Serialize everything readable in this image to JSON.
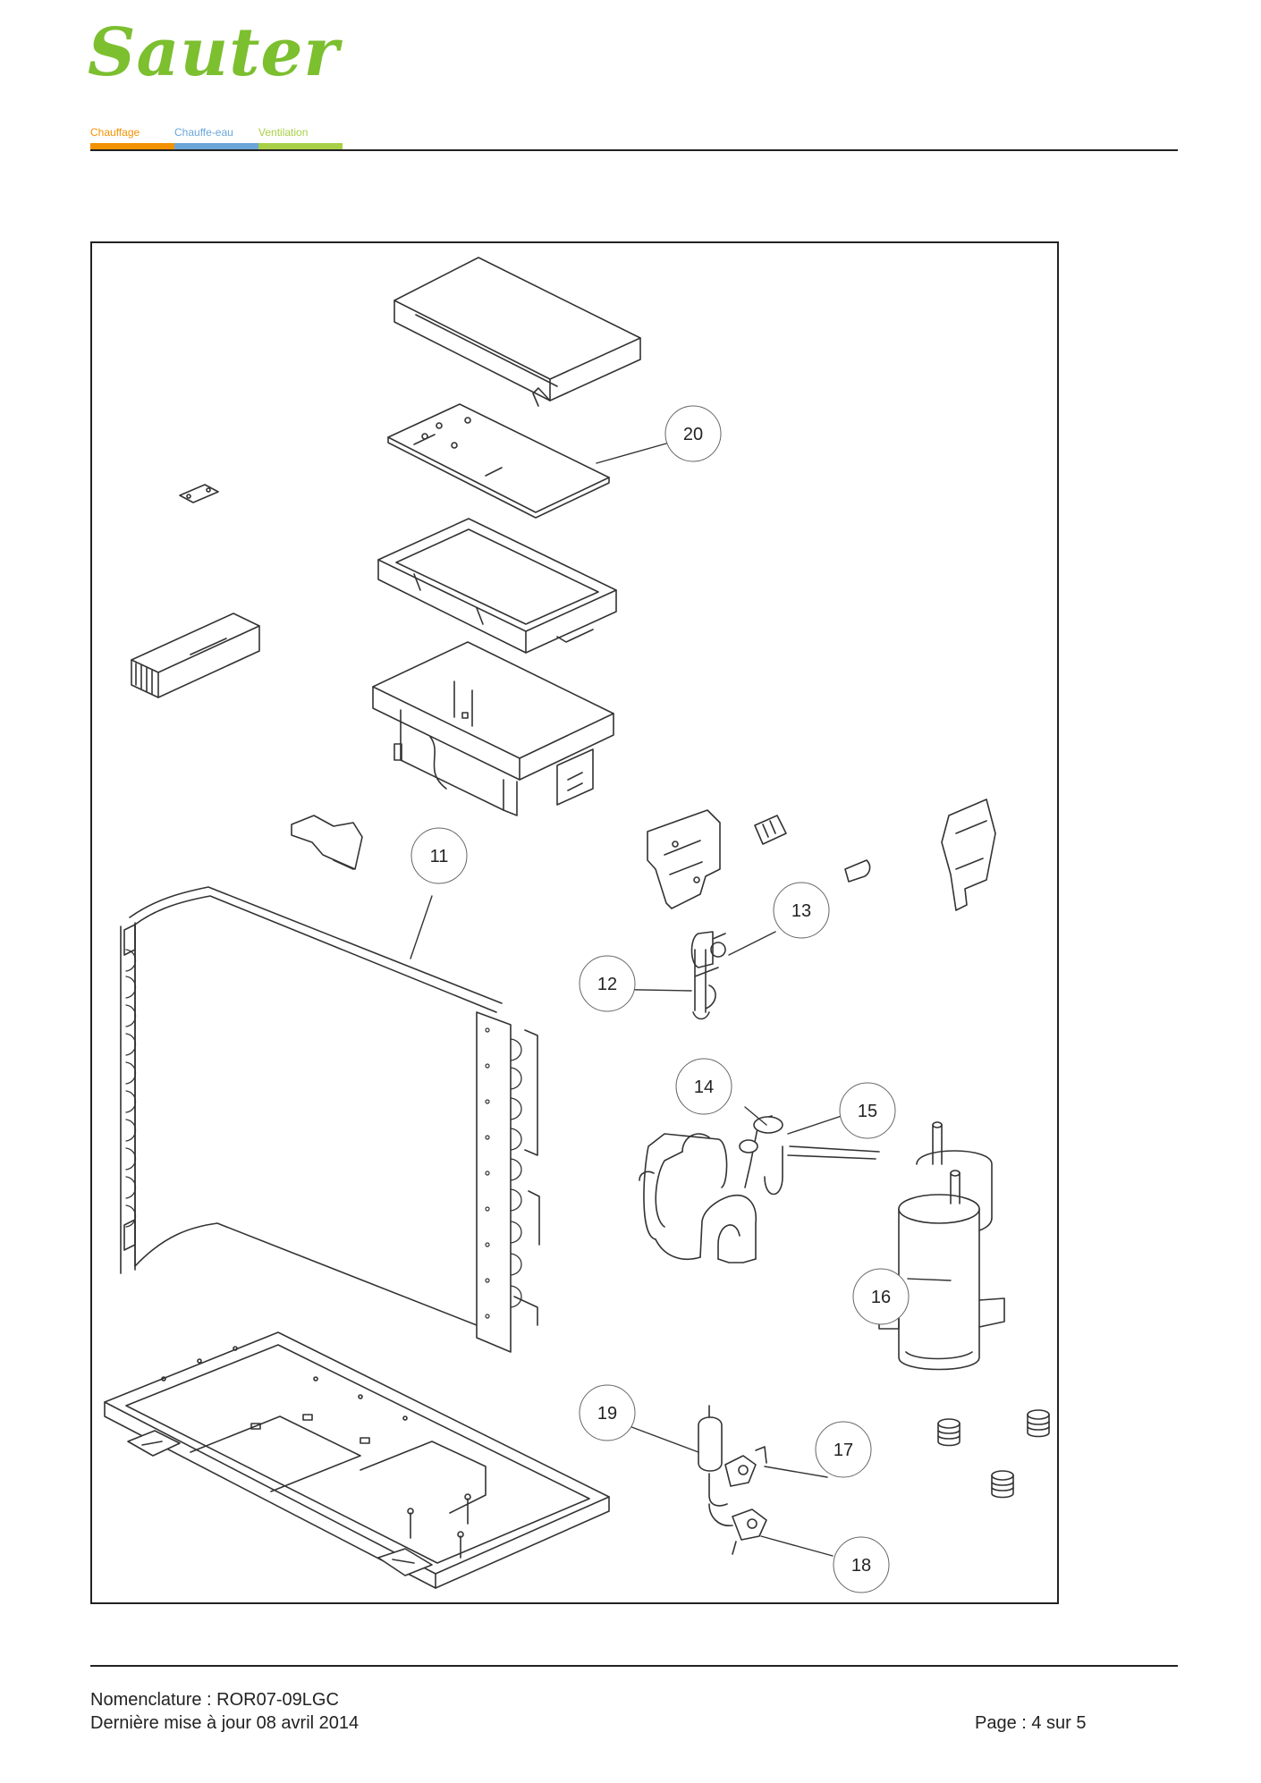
{
  "brand": {
    "logo_text": "Sauter",
    "categories": [
      {
        "label": "Chauffage",
        "color": "#f39200"
      },
      {
        "label": "Chauffe-eau",
        "color": "#6aa6d8"
      },
      {
        "label": "Ventilation",
        "color": "#a9cf46"
      }
    ]
  },
  "diagram": {
    "callouts": [
      "20",
      "11",
      "13",
      "12",
      "14",
      "15",
      "16",
      "19",
      "17",
      "18"
    ]
  },
  "footer": {
    "nomenclature": "Nomenclature : ROR07-09LGC",
    "updated": "Dernière mise à jour 08 avril 2014",
    "page": "Page : 4 sur 5"
  }
}
